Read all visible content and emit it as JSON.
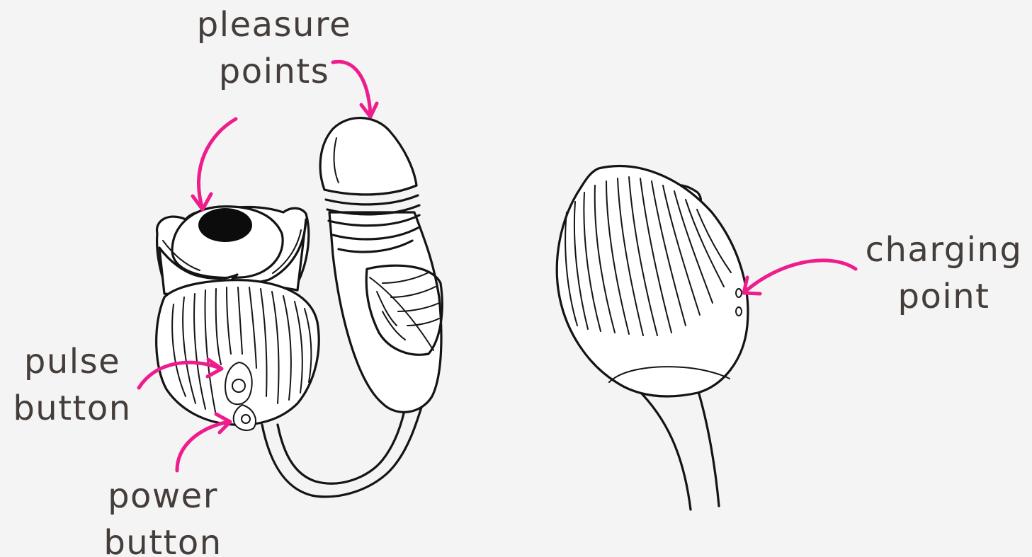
{
  "labels": {
    "pleasure_points": [
      "pleasure",
      "points"
    ],
    "pulse_button": [
      "pulse",
      "button"
    ],
    "power_button": [
      "power",
      "button"
    ],
    "charging_point": [
      "charging",
      "point"
    ]
  },
  "colors": {
    "background": "#f4f4f4",
    "text": "#443d3a",
    "arrow": "#ee1c8c",
    "line": "#141414"
  }
}
